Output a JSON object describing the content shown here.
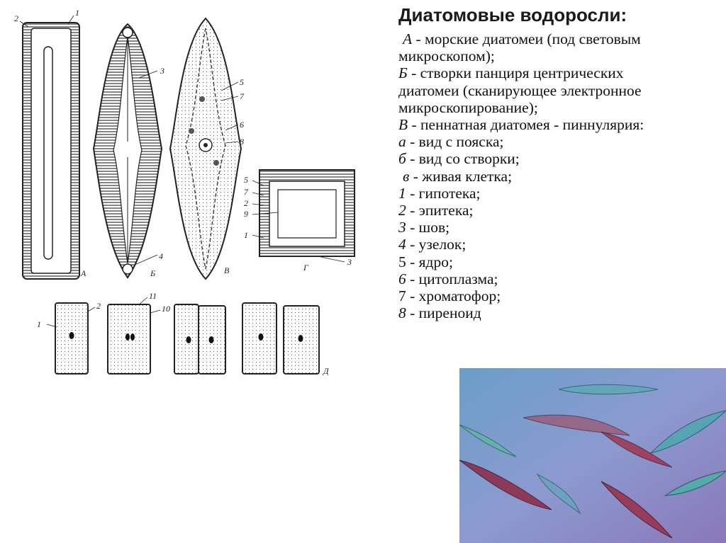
{
  "slide": {
    "title": "Диатомовые водоросли:",
    "legend": [
      {
        "key": "А",
        "text": " - морские диатомеи (под световым",
        "indent": true
      },
      {
        "key": "",
        "text": "микроскопом);"
      },
      {
        "key": "Б",
        "text": " - створки панциря центрических"
      },
      {
        "key": "",
        "text": "диатомеи (сканирующее электронное"
      },
      {
        "key": "",
        "text": "микроскопирование);"
      },
      {
        "key": "В",
        "text": " - пеннатная диатомея - пиннулярия:"
      },
      {
        "key": "а",
        "text": " - вид с пояска;"
      },
      {
        "key": "б",
        "text": " - вид со створки;"
      },
      {
        "key": "в",
        "text": " - живая клетка;",
        "indent": true
      },
      {
        "key": "1",
        "text": " - гипотека;"
      },
      {
        "key": "2",
        "text": " - эпитека;"
      },
      {
        "key": "3",
        "text": " - шов;"
      },
      {
        "key": "4",
        "text": " - узелок;"
      },
      {
        "key": "5",
        "text": " - ядро;",
        "plainkey": true
      },
      {
        "key": "6",
        "text": " - цитоплазма;"
      },
      {
        "key": "7",
        "text": " - хроматофор;",
        "plainkey": true
      },
      {
        "key": "8",
        "text": " - пиреноид"
      }
    ]
  },
  "figure_labels": {
    "n1": "1",
    "n2": "2",
    "n3": "3",
    "n4": "4",
    "n5": "5",
    "n6": "6",
    "n7": "7",
    "n8": "8",
    "n9": "9",
    "n10": "10",
    "n11": "11",
    "A": "А",
    "B": "Б",
    "V": "В",
    "G": "Г",
    "D": "Д"
  },
  "colors": {
    "ink": "#2a2a2a",
    "photo_bg_top": "#7aa7c9",
    "photo_bg_bottom": "#7f6fb0",
    "cell_red": "#8e2a45",
    "cell_teal": "#4fa7b0"
  }
}
